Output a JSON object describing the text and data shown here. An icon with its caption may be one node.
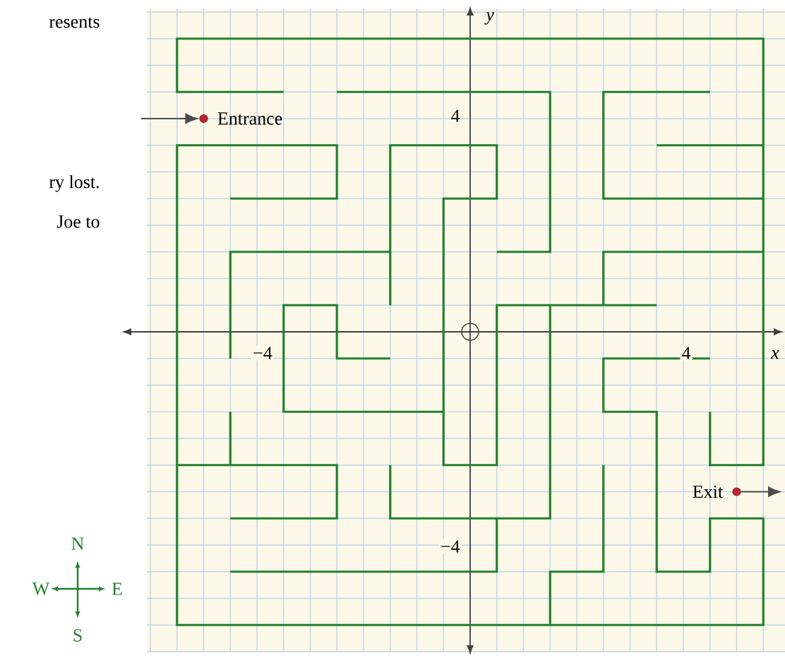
{
  "diagram": {
    "nodes": [
      {
        "text": [],
        "shape": "circle",
        "beside": [
          "Entrance"
        ]
      },
      {
        "text": [],
        "shape": "circle",
        "beside": [
          "Exit"
        ]
      }
    ],
    "edges": [
      {
        "from": null,
        "to": 0,
        "arrow": "to"
      },
      {
        "from": 1,
        "to": null,
        "arrow": "to"
      }
    ],
    "labels": [
      "resents",
      "y",
      "4",
      "ry lost.",
      "Joe to",
      "−4",
      "4",
      "x",
      "N",
      "−4",
      "W",
      "E",
      "S"
    ]
  }
}
